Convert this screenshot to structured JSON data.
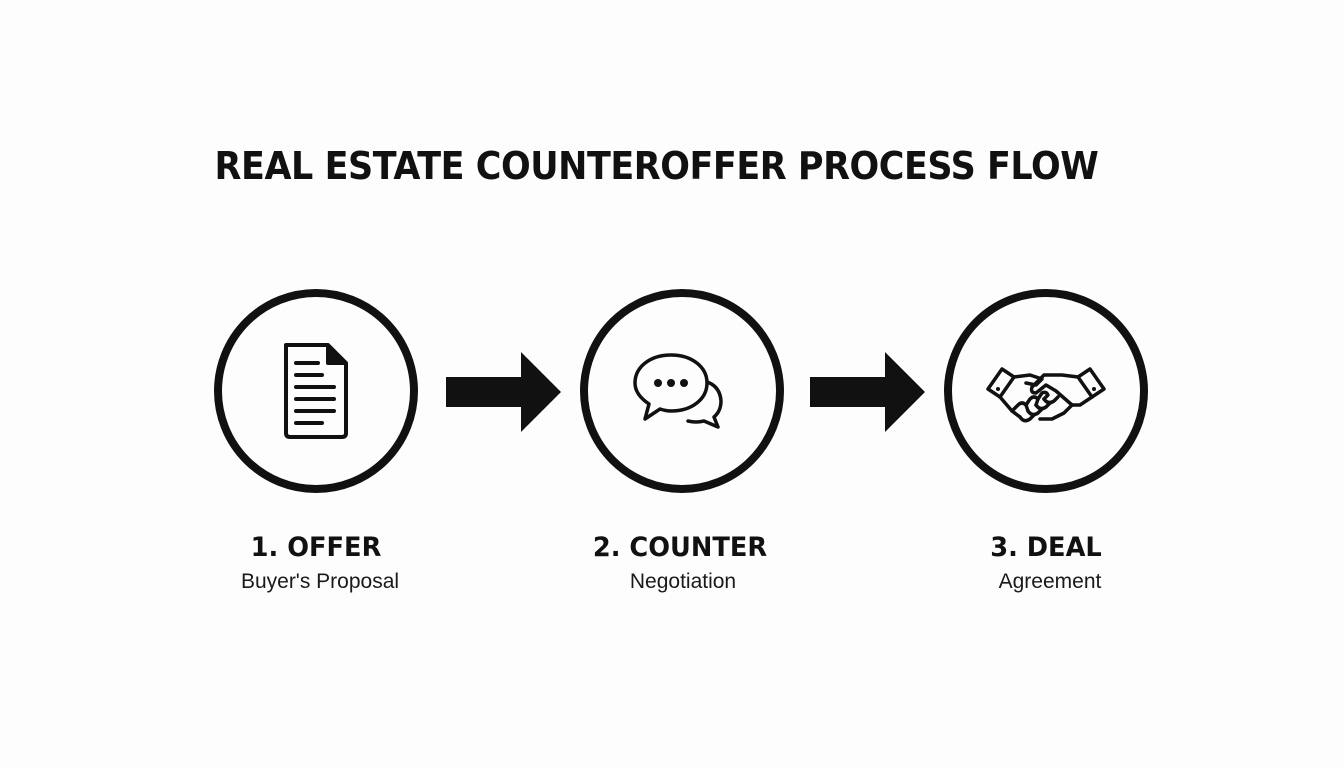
{
  "title": "REAL ESTATE COUNTEROFFER PROCESS FLOW",
  "steps": [
    {
      "icon": "document-icon",
      "label": "1. OFFER",
      "sublabel": "Buyer's Proposal"
    },
    {
      "icon": "chat-bubbles-icon",
      "label": "2. COUNTER",
      "sublabel": "Negotiation"
    },
    {
      "icon": "handshake-icon",
      "label": "3. DEAL",
      "sublabel": "Agreement"
    }
  ],
  "colors": {
    "background": "#fdfdfd",
    "ink": "#111111"
  }
}
